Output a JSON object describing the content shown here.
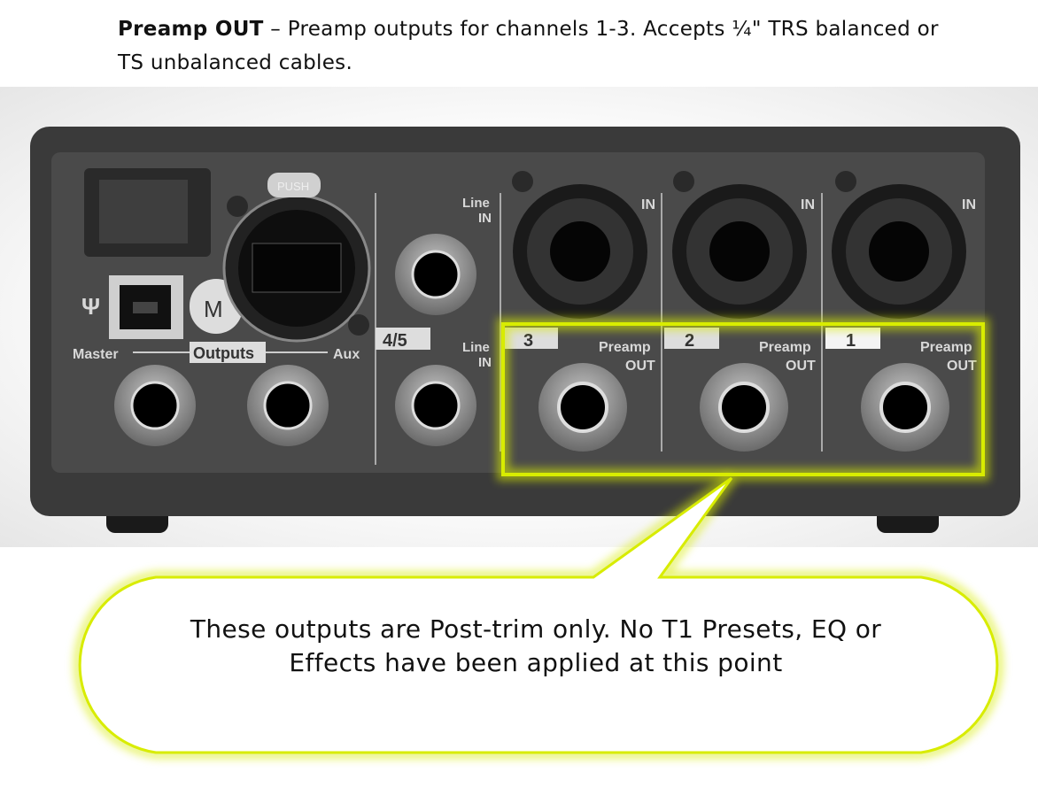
{
  "intro": {
    "term": "Preamp OUT",
    "description": " – Preamp outputs for channels 1-3. Accepts ¼\" TRS balanced or TS unbalanced cables."
  },
  "device": {
    "push_label": "PUSH",
    "usb_icon": "usb-icon",
    "logo": "M",
    "outputs_label": "Outputs",
    "master_label": "Master",
    "aux_label": "Aux",
    "ch45_label": "4/5",
    "line_label": "Line",
    "in_label": "IN",
    "preamp_label": "Preamp",
    "out_label": "OUT",
    "channels": [
      "3",
      "2",
      "1"
    ]
  },
  "colors": {
    "highlight": "#d8ec00",
    "body": "#3c3c3c",
    "panel": "#4a4a4a"
  },
  "callout": {
    "text": "These outputs are Post-trim only. No T1 Presets, EQ or Effects have been applied at this point"
  }
}
